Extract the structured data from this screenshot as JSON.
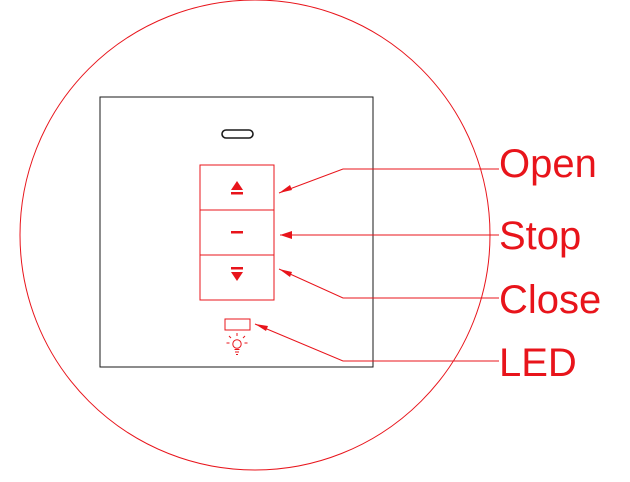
{
  "colors": {
    "accent": "#e8141b",
    "panel": "#1a1a1a",
    "background": "#ffffff"
  },
  "icons": {
    "open_button": "triangle-up-icon",
    "stop_button": "dash-icon",
    "close_button": "triangle-down-icon",
    "led": "bulb-icon",
    "sensor": "slot-icon"
  },
  "callouts": {
    "open": "Open",
    "stop": "Stop",
    "close": "Close",
    "led": "LED"
  }
}
